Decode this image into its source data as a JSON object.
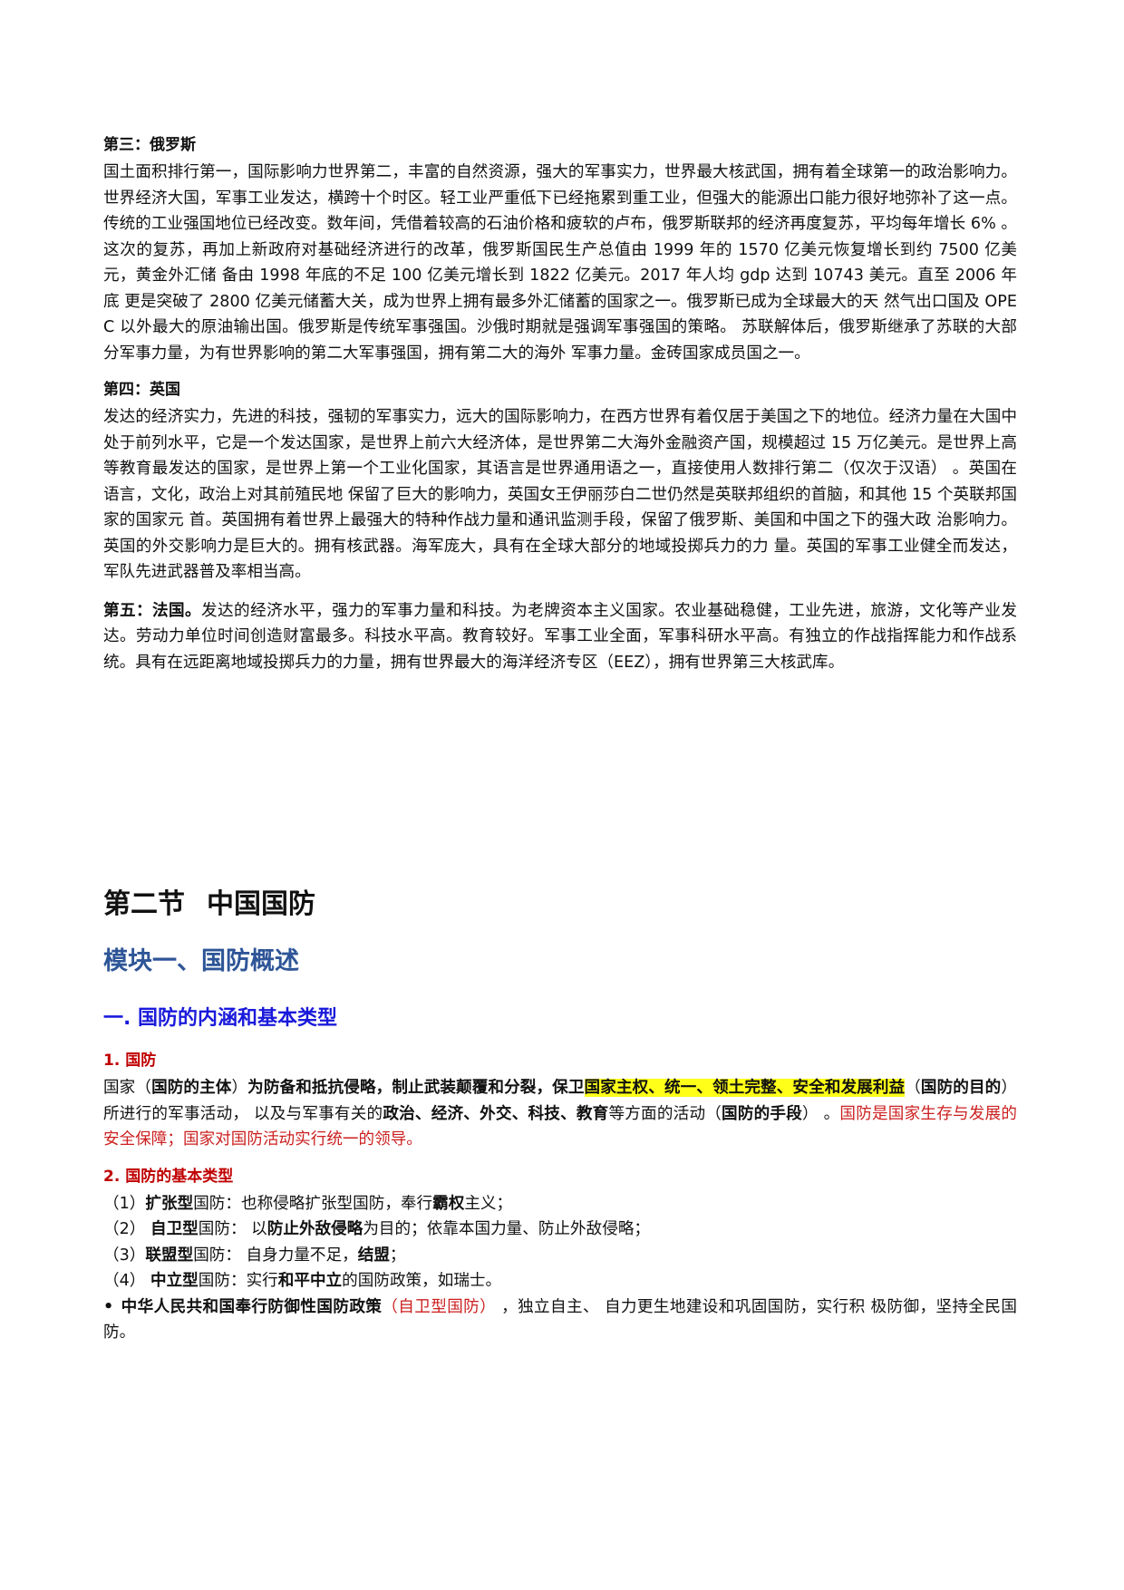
{
  "russia": {
    "heading": "第三：俄罗斯",
    "body": "国土面积排行第一，国际影响力世界第二，丰富的自然资源，强大的军事实力，世界最大核武国，拥有着全球第一的政治影响力。世界经济大国，军事工业发达，横跨十个时区。轻工业严重低下已经拖累到重工业，但强大的能源出口能力很好地弥补了这一点。传统的工业强国地位已经改变。数年间，凭借着较高的石油价格和疲软的卢布，俄罗斯联邦的经济再度复苏，平均每年增长 6% 。这次的复苏，再加上新政府对基础经济进行的改革，俄罗斯国民生产总值由 1999 年的 1570 亿美元恢复增长到约 7500 亿美元，黄金外汇储 备由 1998 年底的不足 100 亿美元增长到 1822 亿美元。2017 年人均 gdp 达到 10743 美元。直至 2006 年底 更是突破了 2800 亿美元储蓄大关，成为世界上拥有最多外汇储蓄的国家之一。俄罗斯已成为全球最大的天 然气出口国及 OPEC 以外最大的原油输出国。俄罗斯是传统军事强国。沙俄时期就是强调军事强国的策略。 苏联解体后，俄罗斯继承了苏联的大部分军事力量，为有世界影响的第二大军事强国，拥有第二大的海外 军事力量。金砖国家成员国之一。"
  },
  "uk": {
    "heading": "第四：英国",
    "body": "发达的经济实力，先进的科技，强韧的军事实力，远大的国际影响力，在西方世界有着仅居于美国之下的地位。经济力量在大国中处于前列水平，它是一个发达国家，是世界上前六大经济体，是世界第二大海外金融资产国，规模超过 15 万亿美元。是世界上高等教育最发达的国家，是世界上第一个工业化国家，其语言是世界通用语之一，直接使用人数排行第二（仅次于汉语） 。英国在语言，文化，政治上对其前殖民地 保留了巨大的影响力，英国女王伊丽莎白二世仍然是英联邦组织的首脑，和其他 15 个英联邦国家的国家元 首。英国拥有着世界上最强大的特种作战力量和通讯监测手段，保留了俄罗斯、美国和中国之下的强大政 治影响力。英国的外交影响力是巨大的。拥有核武器。海军庞大，具有在全球大部分的地域投掷兵力的力 量。英国的军事工业健全而发达，军队先进武器普及率相当高。"
  },
  "france": {
    "heading": "第五：法国。",
    "body": "发达的经济水平，强力的军事力量和科技。为老牌资本主义国家。农业基础稳健，工业先进，旅游，文化等产业发达。劳动力单位时间创造财富最多。科技水平高。教育较好。军事工业全面，军事科研水平高。有独立的作战指挥能力和作战系统。具有在远距离地域投掷兵力的力量，拥有世界最大的海洋经济专区（EEZ），拥有世界第三大核武库。"
  },
  "section": {
    "title_part1": "第二节",
    "title_part2": "中国国防",
    "module_title": "模块一、国防概述",
    "sub_title": "一. 国防的内涵和基本类型"
  },
  "definition": {
    "heading": "1. 国防",
    "segments": {
      "s1": "国家（",
      "s2": "国防的主体",
      "s3": "）",
      "s4": "为防备和抵抗侵略，制止武装颠覆和分裂，保卫",
      "s5": "国家主权、统一、领土完整、安全和发展利益",
      "s6": "（",
      "s7": "国防的目的",
      "s8": "）所进行的军事活动， 以及与军事有关的",
      "s9": "政治、经济、外交、科技、教育",
      "s10": "等方面的活动（",
      "s11": "国防的手段",
      "s12": "） 。",
      "s13": "国防是国家生存与发展的安全保障；国家对国防活动实行统一的领导。"
    }
  },
  "types": {
    "heading": "2. 国防的基本类型",
    "items": [
      {
        "num": "（1）",
        "bold": "扩张型",
        "t1": "国防：也称侵略扩张型国防，奉行",
        "bold2": "霸权",
        "t2": "主义；"
      },
      {
        "num": "（2） ",
        "bold": "自卫型",
        "t1": "国防： 以",
        "bold2": "防止外敌侵略",
        "t2": "为目的；依靠本国力量、防止外敌侵略；"
      },
      {
        "num": "（3）",
        "bold": "联盟型",
        "t1": "国防： 自身力量不足，",
        "bold2": "结盟",
        "t2": "；"
      },
      {
        "num": "（4） ",
        "bold": "中立型",
        "t1": "国防：实行",
        "bold2": "和平中立",
        "t2": "的国防政策，如瑞士。"
      }
    ],
    "bullet": {
      "dot": "•",
      "bold": "中华人民共和国奉行防御性国防政策",
      "red": "（自卫型国防）",
      "rest": " ，独立自主、 自力更生地建设和巩固国防，实行积 极防御，坚持全民国防。"
    }
  },
  "colors": {
    "module_blue": "#2e5597",
    "subtitle_blue": "#1a1adb",
    "heading_red": "#c00000",
    "highlight_yellow": "#ffff1a"
  }
}
